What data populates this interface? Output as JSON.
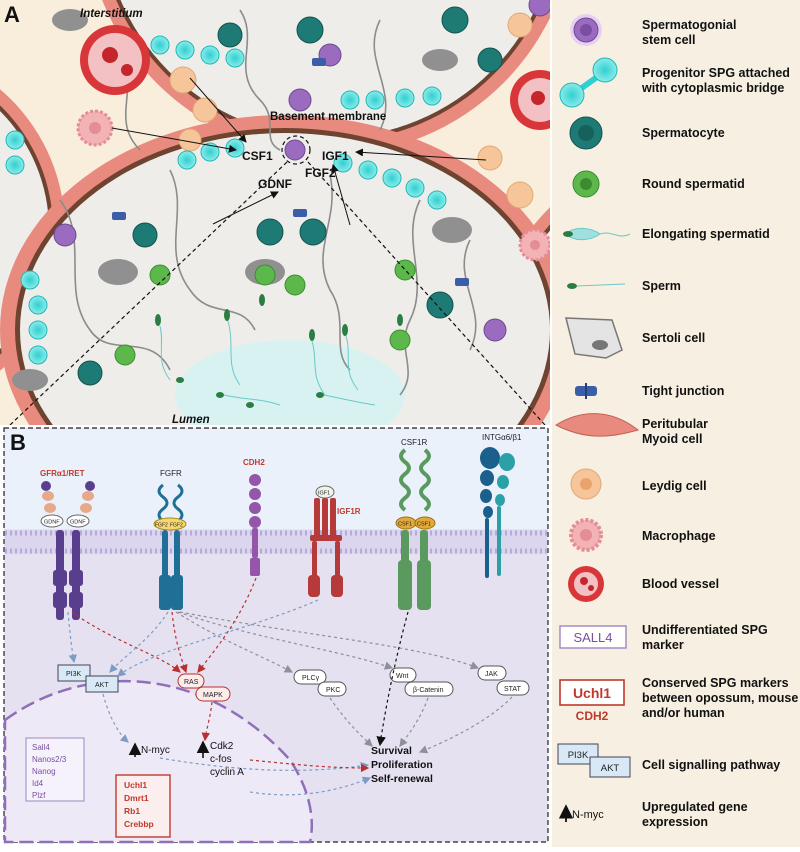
{
  "panel_a": {
    "letter": "A",
    "labels": {
      "interstitium": "Interstitium",
      "basement_membrane": "Basement membrane",
      "lumen": "Lumen",
      "csf1": "CSF1",
      "igf1": "IGF1",
      "gdnf": "GDNF",
      "fgf2": "FGF2"
    }
  },
  "panel_b": {
    "letter": "B",
    "receptors": {
      "gfra1_ret": "GFRα1/RET",
      "gdnf_left": "GDNF",
      "gdnf_right": "GDNF",
      "fgfr": "FGFR",
      "fgf2_left": "FGF2",
      "fgf2_right": "FGF2",
      "cdh2": "CDH2",
      "igf1": "IGF1",
      "igf1r": "IGF1R",
      "csf1r": "CSF1R",
      "csf1_left": "CSF1",
      "csf1_right": "CSF1",
      "intg": "INTGα6/β1"
    },
    "pathways": {
      "pi3k": "PI3K",
      "akt": "AKT",
      "ras": "RAS",
      "mapk": "MAPK",
      "plcy": "PLCγ",
      "pkc": "PKC",
      "wnt": "Wnt",
      "bcatenin": "β-Catenin",
      "jak": "JAK",
      "stat": "STAT"
    },
    "genes": {
      "nmyc": "N-myc",
      "cdk2": "Cdk2",
      "cfos": "c-fos",
      "cyclin_a": "cyclin A"
    },
    "outcomes": [
      "Survival",
      "Proliferation",
      "Self-renewal"
    ],
    "undiff_markers": [
      "Sall4",
      "Nanos2/3",
      "Nanog",
      "Id4",
      "Plzf"
    ],
    "conserved_markers": [
      "Uchl1",
      "Dmrt1",
      "Rb1",
      "Crebbp"
    ]
  },
  "legend": {
    "items": [
      {
        "icon": "spermatogonial-stem-cell-icon",
        "label": "Spermatogonial\nstem cell"
      },
      {
        "icon": "progenitor-spg-icon",
        "label": "Progenitor SPG attached\nwith cytoplasmic bridge"
      },
      {
        "icon": "spermatocyte-icon",
        "label": "Spermatocyte"
      },
      {
        "icon": "round-spermatid-icon",
        "label": "Round spermatid"
      },
      {
        "icon": "elongating-spermatid-icon",
        "label": "Elongating spermatid"
      },
      {
        "icon": "sperm-icon",
        "label": "Sperm"
      },
      {
        "icon": "sertoli-cell-icon",
        "label": "Sertoli cell"
      },
      {
        "icon": "tight-junction-icon",
        "label": "Tight junction"
      },
      {
        "icon": "peritubular-myoid-cell-icon",
        "label": "Peritubular\nMyoid cell"
      },
      {
        "icon": "leydig-cell-icon",
        "label": "Leydig cell"
      },
      {
        "icon": "macrophage-icon",
        "label": "Macrophage"
      },
      {
        "icon": "blood-vessel-icon",
        "label": "Blood vessel"
      },
      {
        "icon": "sall4-box-icon",
        "icon_text": "SALL4",
        "label": "Undifferentiated SPG\nmarker"
      },
      {
        "icon": "uchl1-box-icon",
        "icon_text": "Uchl1",
        "icon_text2": "CDH2",
        "label": "Conserved SPG markers\nbetween opossum, mouse\nand/or human"
      },
      {
        "icon": "pathway-boxes-icon",
        "icon_text": "PI3K",
        "icon_text2": "AKT",
        "label": "Cell signalling pathway"
      },
      {
        "icon": "up-arrow-icon",
        "icon_text": "N-myc",
        "label": "Upregulated gene\nexpression"
      }
    ]
  },
  "colors": {
    "interstitium_bg": "#f8eedb",
    "tubule_bg": "#efedea",
    "membrane": "#6e4330",
    "myoid": "#e98a7e",
    "stem_cell": "#9b6bbf",
    "progenitor": "#2fd0d0",
    "spermatocyte": "#1e7a74",
    "round_spermatid": "#5cb84a",
    "leydig": "#f6c59a",
    "macrophage": "#f2b2b6",
    "blood_vessel": "#d9363a",
    "panel_b_bg": "#e9e5f2",
    "red_marker": "#c0392b",
    "purple_marker": "#7b4fa0"
  }
}
